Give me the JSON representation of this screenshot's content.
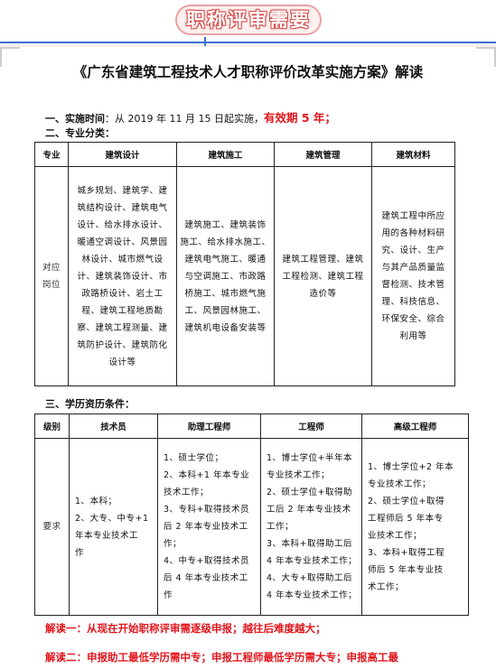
{
  "banner": {
    "label": "职称评审需要"
  },
  "doc": {
    "title": "《广东省建筑工程技术人才职称评价改革实施方案》解读",
    "section1": {
      "label": "一、实施时间",
      "text": "：从 2019 年 11 月 15 日起实施，",
      "highlight": "有效期 5 年；"
    },
    "section2": {
      "label": "二、专业分类："
    },
    "table1": {
      "headers": [
        "专业",
        "建筑设计",
        "建筑施工",
        "建筑管理",
        "建筑材料"
      ],
      "row_label": [
        "对应",
        "岗位"
      ],
      "cells": [
        [
          "城乡规划、建筑学、建",
          "筑结构设计、建筑电气",
          "设计、给水排水设计、",
          "暖通空调设计、风景园",
          "林设计、城市燃气设",
          "计、建筑装饰设计、市",
          "政路桥设计、岩土工",
          "程、建筑工程地质勘",
          "察、建筑工程测量、建",
          "筑防护设计、建筑防化",
          "设计等"
        ],
        [
          "建筑施工、建筑装饰",
          "施工、给水排水施工、",
          "建筑电气施工、暖通",
          "与空调施工、市政路",
          "桥施工、城市燃气施",
          "工、风景园林施工、",
          "建筑机电设备安装等"
        ],
        [
          "建筑工程管理、建筑",
          "工程检测、建筑工程",
          "造价等"
        ],
        [
          "建筑工程中所应",
          "用的各种材料研",
          "究、设计、生产",
          "与其产品质量监",
          "督检测、技术管",
          "理、科技信息、",
          "环保安全、综合",
          "利用等"
        ]
      ]
    },
    "section3": {
      "label": "三、学历资历条件："
    },
    "table2": {
      "headers": [
        "级别",
        "技术员",
        "助理工程师",
        "工程师",
        "高级工程师"
      ],
      "row_label": "要求",
      "tech": [
        "1、本科；",
        "2、大专、中专+1",
        "年本专业技术工",
        "作"
      ],
      "assistant": [
        "1、硕士学位；",
        "2、本科+1 年本专业",
        "技术工作；",
        "3、专科+取得技术员",
        "后 2 年本专业技术工",
        "作；",
        "4、中专+取得技术员",
        "后 4 年本专业技术工",
        "作"
      ],
      "engineer": [
        "1、博士学位+半年本",
        "专业技术工作；",
        "2、硕士学位+取得助",
        "工后 2 年本专业技术",
        "工作；",
        "3、本科+取得助工后",
        "4 年本专业技术工作；",
        "4、大专+取得助工后",
        "4 年本专业技术工作；"
      ],
      "senior": [
        "1、博士学位+2 年本",
        "专业技术工作；",
        "2、硕士学位+取得",
        "工程师后 5 年本专",
        "业技术工作；",
        "3、本科+取得工程",
        "师后 5 年本专业技",
        "术工作；"
      ]
    },
    "note1": "解读一：从现在开始职称评审需逐级申报；越往后难度越大；",
    "note2": "解读二：申报助工最低学历需中专；申报工程师最低学历需大专；申报高工最"
  },
  "colors": {
    "accent_red": "#e3161c",
    "banner_red": "#d84a4a",
    "rule_blue": "#3b6fd4"
  }
}
